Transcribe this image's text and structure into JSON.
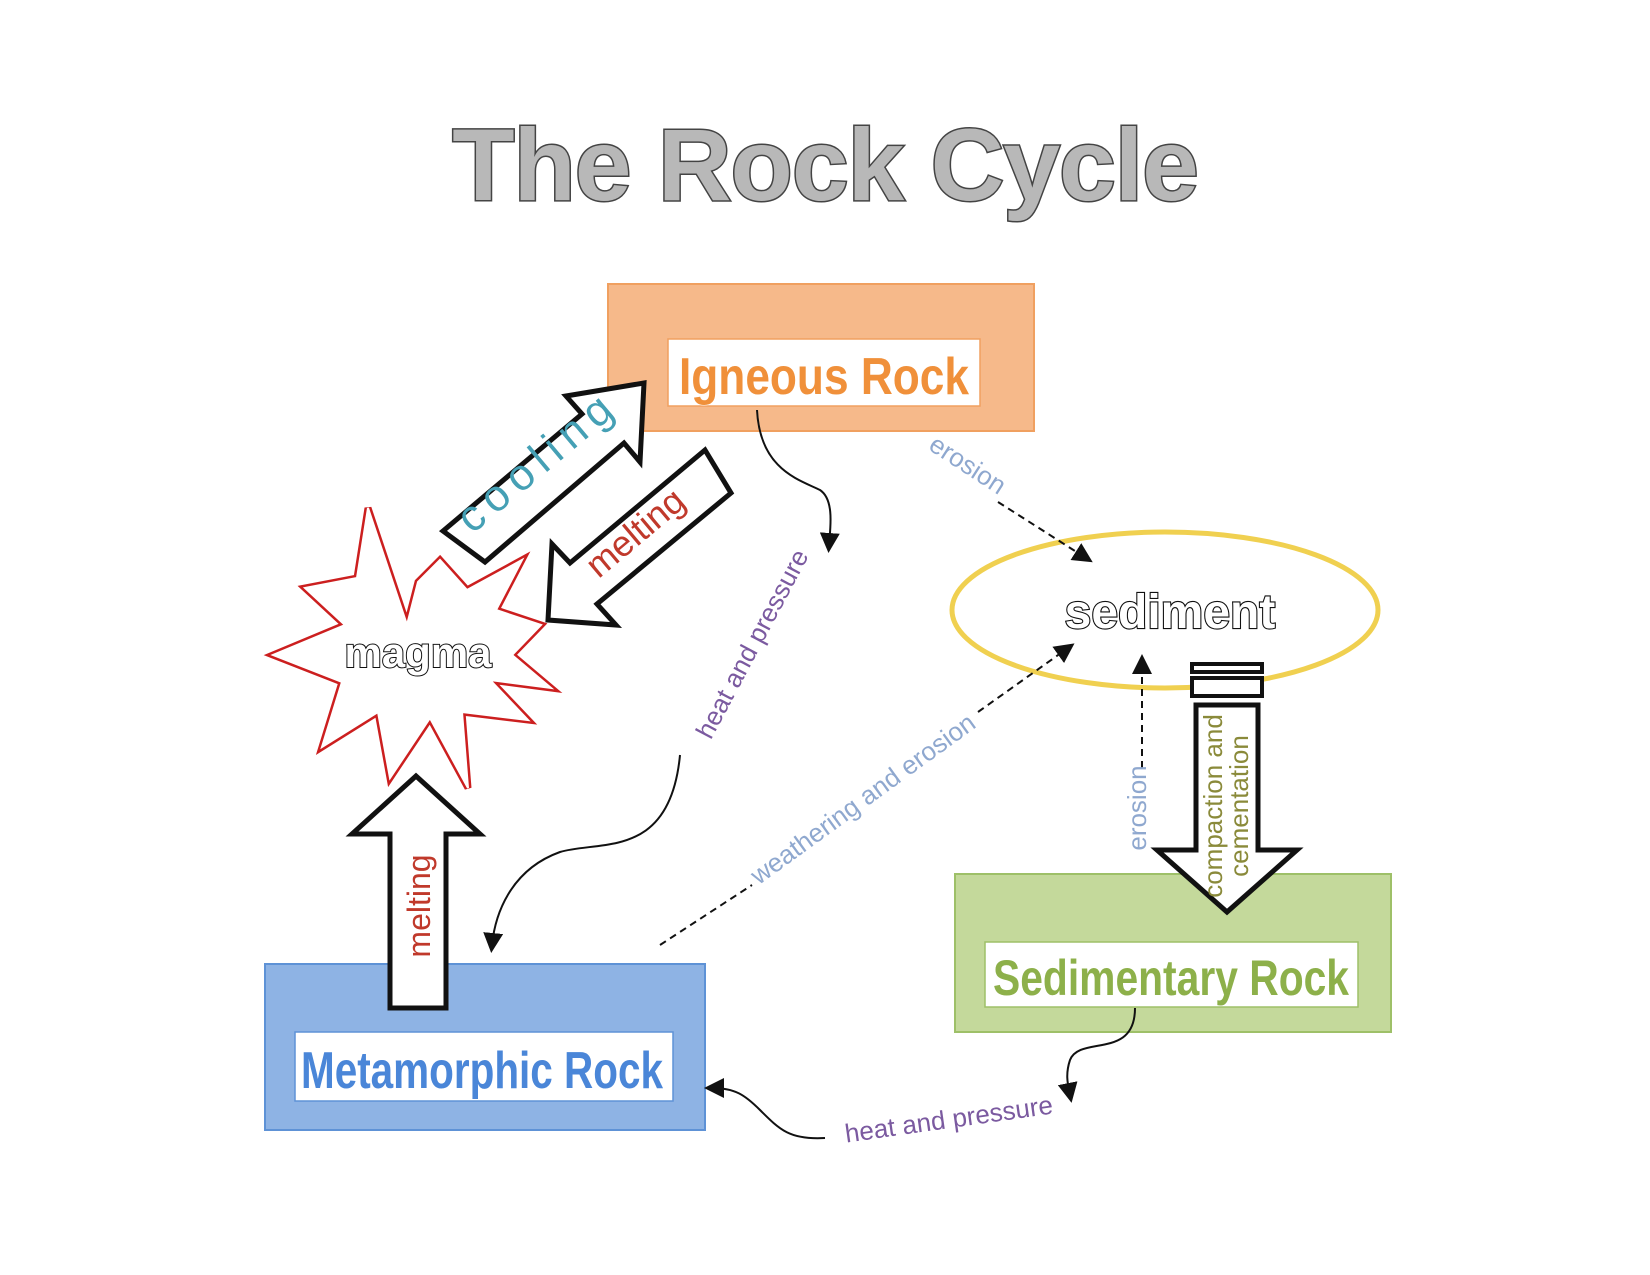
{
  "title": "The Rock Cycle",
  "nodes": {
    "igneous": {
      "label": "Igneous Rock",
      "color": "#f6b98a",
      "text_color": "#f0903a",
      "border": "#f0a060"
    },
    "sediment": {
      "label": "sediment",
      "ring_color": "#f0d050"
    },
    "sedimentary": {
      "label": "Sedimentary Rock",
      "color": "#c4d99b",
      "text_color": "#8db04a",
      "border": "#9ec068"
    },
    "metamorphic": {
      "label": "Metamorphic Rock",
      "color": "#8eb3e4",
      "text_color": "#4a86d8",
      "border": "#5e92d6"
    },
    "magma": {
      "label": "magma",
      "star_color": "#cc1f1f"
    }
  },
  "processes": {
    "cooling": {
      "label": "cooling",
      "color": "#45a0b5"
    },
    "melting_top": {
      "label": "melting",
      "color": "#c0392b"
    },
    "melting_left": {
      "label": "melting",
      "color": "#c0392b"
    },
    "heat_pressure_igneous": {
      "label": "heat and pressure",
      "color": "#7b5aa0"
    },
    "heat_pressure_sedimentary": {
      "label": "heat and pressure",
      "color": "#7b5aa0"
    },
    "erosion_igneous": {
      "label": "erosion",
      "color": "#8fa8cf"
    },
    "erosion_sedimentary": {
      "label": "erosion",
      "color": "#8fa8cf"
    },
    "weathering_erosion": {
      "label": "weathering and erosion",
      "color": "#8fa8cf"
    },
    "compaction_line1": {
      "label": "compaction and",
      "color": "#8a8a3a"
    },
    "compaction_line2": {
      "label": "cementation",
      "color": "#8a8a3a"
    }
  }
}
